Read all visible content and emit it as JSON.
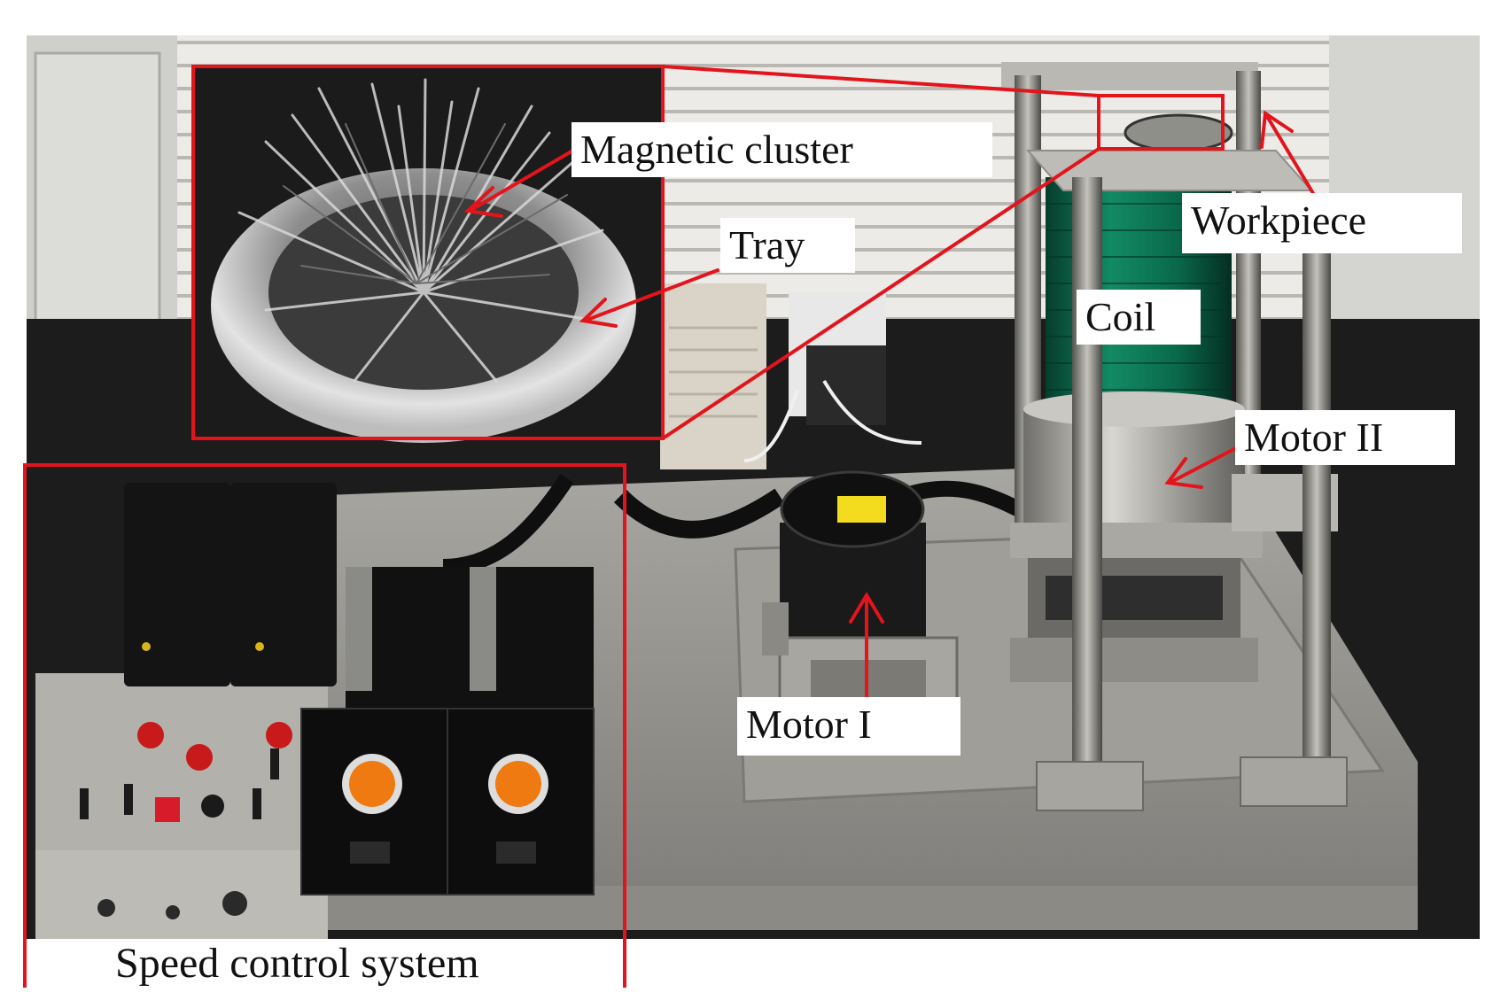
{
  "figure": {
    "labels": {
      "magnetic_cluster": "Magnetic cluster",
      "tray": "Tray",
      "workpiece": "Workpiece",
      "coil": "Coil",
      "motor_ii": "Motor II",
      "motor_i": "Motor I",
      "speed_control_system": "Speed control system"
    },
    "colors": {
      "annotation_red": "#e3141b",
      "label_background": "#ffffff",
      "coil_green": "#0d6b4f",
      "bench_top": "#9a9a95",
      "panel_black": "#161616",
      "knob_orange": "#ef7a12"
    }
  }
}
